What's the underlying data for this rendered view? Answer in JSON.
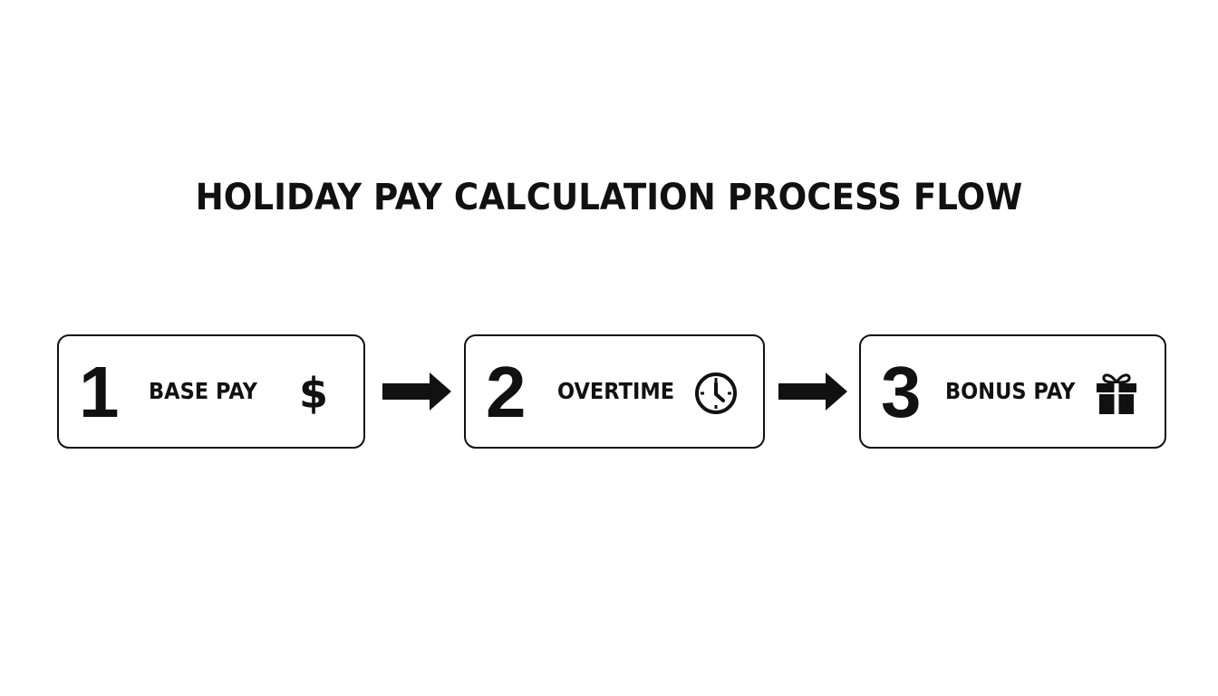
{
  "title": "HOLIDAY PAY CALCULATION PROCESS FLOW",
  "steps": [
    {
      "number": "1",
      "label": "BASE PAY",
      "icon": "dollar-sign-icon"
    },
    {
      "number": "2",
      "label": "OVERTIME",
      "icon": "clock-icon"
    },
    {
      "number": "3",
      "label": "BONUS PAY",
      "icon": "gift-icon"
    }
  ],
  "connectors": [
    {
      "icon": "right-arrow-icon"
    },
    {
      "icon": "right-arrow-icon"
    }
  ],
  "colors": {
    "ink": "#111111",
    "background": "#ffffff"
  }
}
